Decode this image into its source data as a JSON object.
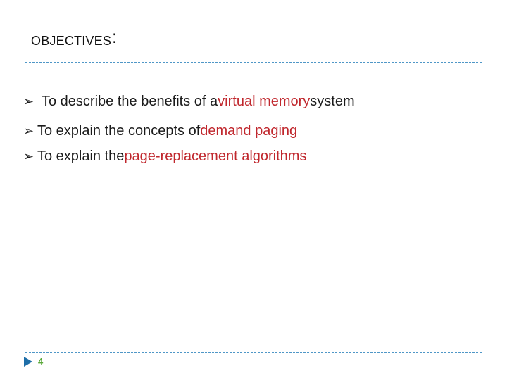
{
  "slide": {
    "title": "OBJECTIVES",
    "title_colon": ":",
    "bullets": [
      {
        "before": "To describe the benefits of a ",
        "highlight": "virtual memory",
        "after": " system"
      },
      {
        "before": "To explain the concepts of ",
        "highlight": "demand paging",
        "after": ""
      },
      {
        "before": "To explain the ",
        "highlight": "page-replacement algorithms",
        "after": ""
      }
    ],
    "page_number": "4"
  },
  "colors": {
    "highlight": "#c0272d",
    "rule": "#4f97c7",
    "page_number": "#5aa83a",
    "footer_arrow": "#1e6ea8"
  },
  "icons": {
    "bullet": "arrow-bullet-icon",
    "footer": "triangle-marker-icon"
  }
}
